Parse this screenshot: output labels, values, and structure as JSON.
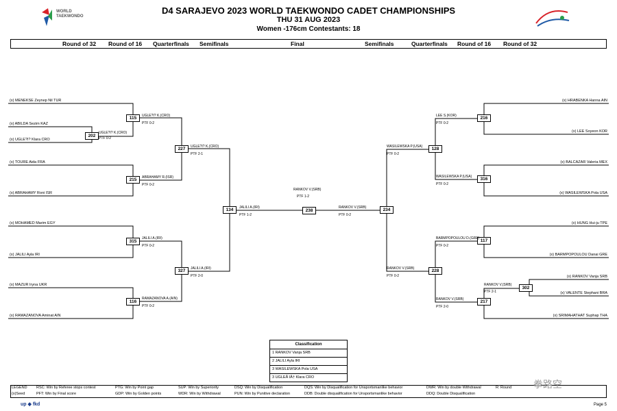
{
  "header": {
    "title": "D4 SARAJEVO 2023 WORLD TAEKWONDO CADET CHAMPIONSHIPS",
    "date": "THU 31 AUG 2023",
    "category": "Women -176cm  Contestants: 18",
    "left_logo_text1": "WORLD",
    "left_logo_text2": "TAEKWONDO"
  },
  "rounds": [
    "Round of 32",
    "Round of 16",
    "Quarterfinals",
    "Semifinals",
    "Final",
    "Semifinals",
    "Quarterfinals",
    "Round of 16",
    "Round of 32"
  ],
  "competitors": {
    "left": [
      "(x) MENEKSE Zeynep Nil TUR",
      "(x) ABILDA Sezim KAZ",
      "(x) UGLE?I? Klara CRO",
      "(x) TOURE Aida FRA",
      "(x) ABRAHAMY Roni ISR",
      "(x) MOHAMED Marim EGY",
      "(x) JALILI Ayla IRI",
      "(x) MAZUR Iryna UKR",
      "(x) RAMAZANOVA Aminat AIN"
    ],
    "right": [
      "(x) HRABENKA Hanna AIN",
      "(x) LEE Soyeon KOR",
      "(x) BALCAZAR Valeria MEX",
      "(x) WASILEWSKA Pola USA",
      "(x) HUNG Hui-ju TPE",
      "(x) BARMPOPOULOU Danai GRE",
      "(x) RANKOV Vanja SRB",
      "(x) VALENTE Stephani BRA",
      "(x) SRIMAHATHAT Suphap THA"
    ]
  },
  "matches": {
    "m202": {
      "no": "202",
      "winner": "UGLE?I? K.(CRO)",
      "score": "PTF 0-2"
    },
    "m115": {
      "no": "115",
      "winner": "UGLE?I? K.(CRO)",
      "score": "PTF 0-2"
    },
    "m215": {
      "no": "215",
      "winner": "ABRAHAMY R.(ISR)",
      "score": "PTF 0-2"
    },
    "m315": {
      "no": "315",
      "winner": "JALILI A.(IRI)",
      "score": "PTF 0-2"
    },
    "m116": {
      "no": "116",
      "winner": "RAMAZANOVA A.(AIN)",
      "score": "PTF 0-2"
    },
    "m227": {
      "no": "227",
      "winner": "UGLE?I? K.(CRO)",
      "score": "PTF 2-1"
    },
    "m327": {
      "no": "327",
      "winner": "JALILI A.(IRI)",
      "score": "PTF 2-0"
    },
    "m134": {
      "no": "134",
      "winner": "JALILI A.(IRI)",
      "score": "PTF 1-2"
    },
    "m238": {
      "no": "238",
      "winner": "RANKOV V.(SRB)",
      "score": "PTF 1-2"
    },
    "m234": {
      "no": "234",
      "winner": "RANKOV V.(SRB)",
      "score": "PTF 0-2"
    },
    "m128": {
      "no": "128",
      "winner": "WASILEWSKA P.(USA)",
      "score": "PTF 0-2"
    },
    "m228": {
      "no": "228",
      "winner": "RANKOV V.(SRB)",
      "score": "PTF 0-2"
    },
    "m216": {
      "no": "216",
      "winner": "LEE S.(KOR)",
      "score": "PTF 0-2"
    },
    "m316": {
      "no": "316",
      "winner": "WASILEWSKA P.(USA)",
      "score": "PTF 0-2"
    },
    "m117": {
      "no": "117",
      "winner": "BARMPOPOULOU D.(GRE)",
      "score": "PTF 0-2"
    },
    "m217": {
      "no": "217",
      "winner": "RANKOV V.(SRB)",
      "score": "PTF 2-0"
    },
    "m302": {
      "no": "302",
      "winner": "RANKOV V.(SRB)",
      "score": "PTF 2-1"
    }
  },
  "classification": {
    "heading": "Classification",
    "rows": [
      "1 RANKOV Vanja SRB",
      "2 JALILI Ayla IRI",
      "3 WASILEWSKA Pola USA",
      "3 UGLEÅ IÄ† Klara CRO"
    ]
  },
  "legend": {
    "row1": [
      "LEGEND",
      "RSC: Win by Referee stops contest",
      "PTG: Win by Point gap",
      "SUP: Win by Superiority",
      "DSQ: Win by Disqualification",
      "DQS: Win by Disqualification for Unsportsmanlike behavior",
      "DWR: Win by double Withdrawal",
      "R: Round"
    ],
    "row2": [
      "(x)Seed",
      "PFT: Win by Final score",
      "GDP: Win by Golden points",
      "WDR: Win by Withdrawal",
      "PUN: Win by Punitive declaration",
      "DDB: Double disqualification for Unsportsmanlike behavior",
      "DDQ: Double Disqualification"
    ]
  },
  "footer": {
    "logo": "up ◆ fkd",
    "page": "Page 5",
    "watermark": "拳路空"
  },
  "colors": {
    "wt_red": "#d8232a",
    "wt_blue": "#1f5aa6",
    "wt_green": "#2a9d4a"
  }
}
